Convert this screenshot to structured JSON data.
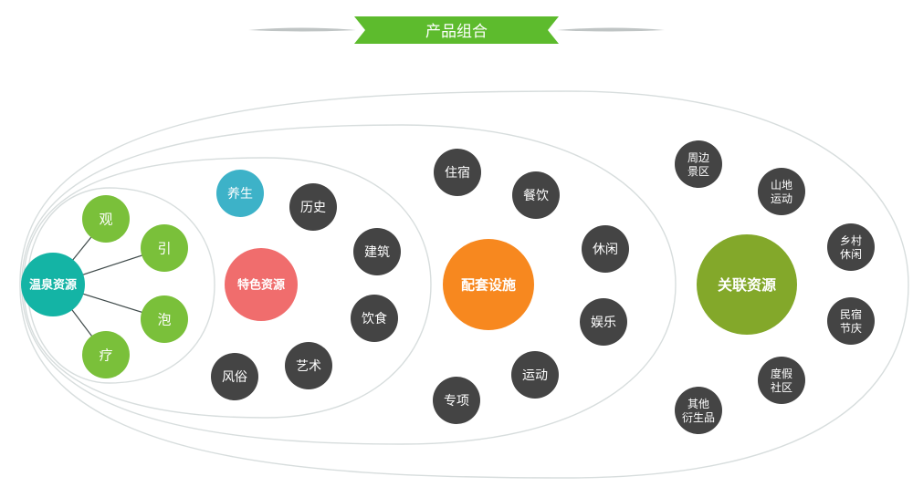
{
  "title": "产品组合",
  "colors": {
    "banner": "#5dbb2d",
    "ring": "#d7dddd",
    "dark": "#444444",
    "green": "#7ac03a",
    "teal": "#14b4a5",
    "coral": "#f06d6d",
    "orange": "#f7881f",
    "olive": "#83a82a",
    "blue": "#3db2c8"
  },
  "groups": {
    "hot_spring": {
      "hub": "温泉资源",
      "items": [
        "观",
        "引",
        "泡",
        "疗"
      ]
    },
    "special": {
      "hub": "特色资源",
      "items": [
        "养生",
        "历史",
        "建筑",
        "饮食",
        "艺术",
        "风俗"
      ]
    },
    "facilities": {
      "hub": "配套设施",
      "items": [
        "住宿",
        "餐饮",
        "休闲",
        "娱乐",
        "运动",
        "专项"
      ]
    },
    "related": {
      "hub": "关联资源",
      "items": [
        "周边\n景区",
        "山地\n运动",
        "乡村\n休闲",
        "民宿\n节庆",
        "度假\n社区",
        "其他\n衍生品"
      ]
    }
  }
}
